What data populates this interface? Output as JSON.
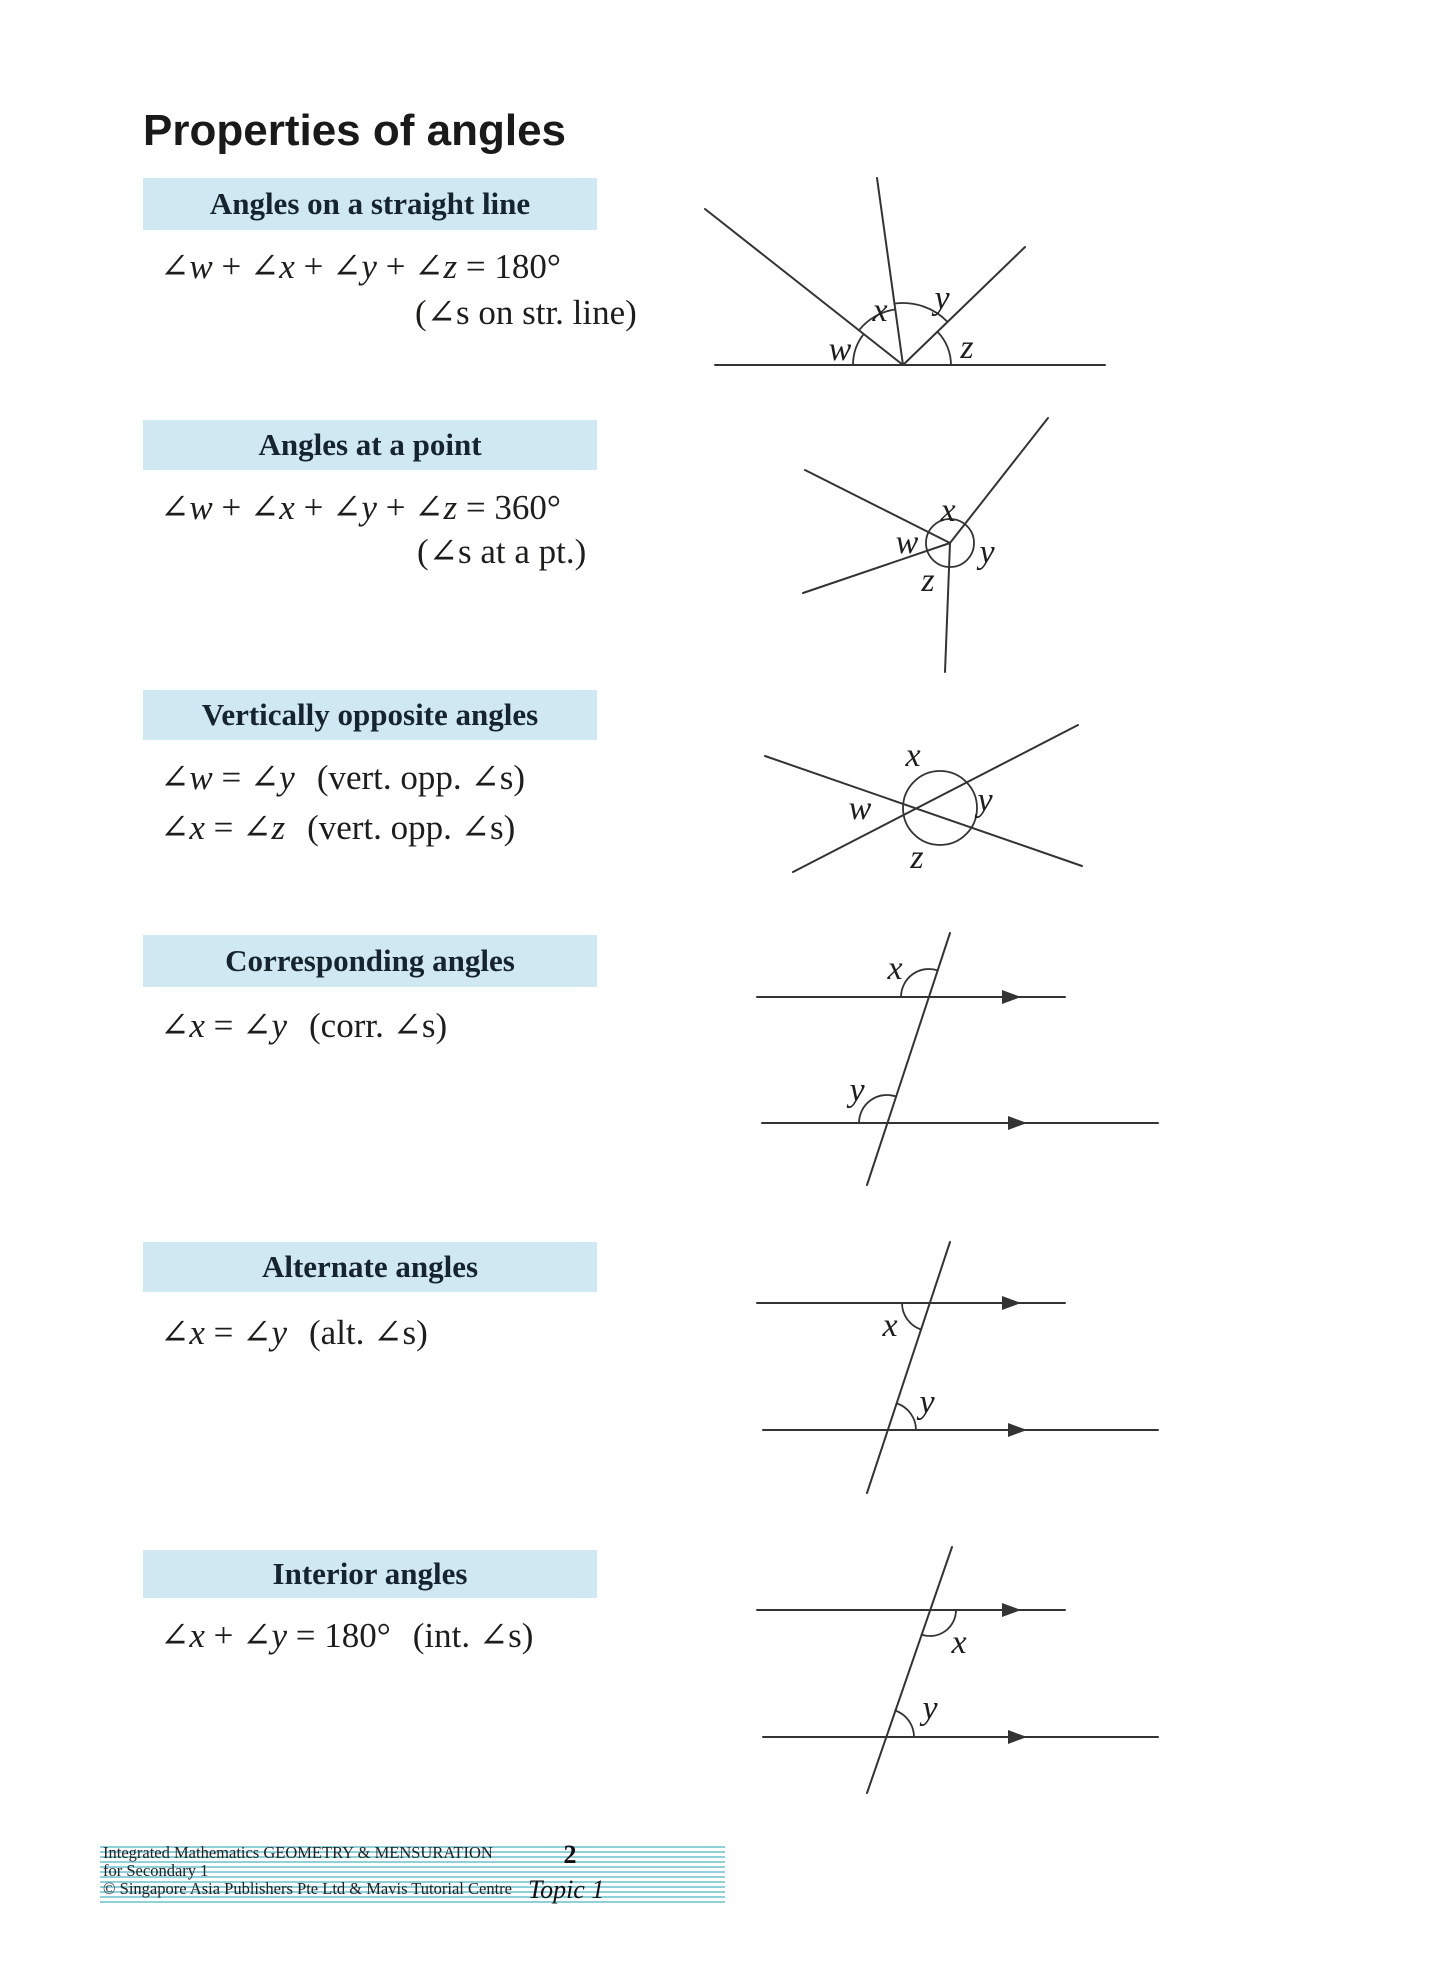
{
  "page_title": "Properties of angles",
  "colors": {
    "header_bg": "#cfe8f2",
    "ink": "#1d1d1b",
    "diagram_line": "#333333",
    "footer_stripe": "#8fd0da"
  },
  "sections": [
    {
      "heading": "Angles on a straight line",
      "formula": "∠w + ∠x + ∠y + ∠z = 180°",
      "note": "(∠s on str. line)"
    },
    {
      "heading": "Angles at a point",
      "formula": "∠w + ∠x + ∠y + ∠z = 360°",
      "note": "(∠s at a pt.)"
    },
    {
      "heading": "Vertically opposite angles",
      "formula": "∠w = ∠y",
      "note": "(vert. opp. ∠s)",
      "formula2": "∠x = ∠z",
      "note2": "(vert. opp. ∠s)"
    },
    {
      "heading": "Corresponding angles",
      "formula": "∠x = ∠y",
      "note": "(corr. ∠s)"
    },
    {
      "heading": "Alternate angles",
      "formula": "∠x = ∠y",
      "note": "(alt. ∠s)"
    },
    {
      "heading": "Interior angles",
      "formula": "∠x + ∠y = 180°",
      "note": "(int. ∠s)"
    }
  ],
  "diagram_labels": {
    "straight_line": {
      "w": "w",
      "x": "x",
      "y": "y",
      "z": "z"
    },
    "at_a_point": {
      "w": "w",
      "x": "x",
      "y": "y",
      "z": "z"
    },
    "vert_opposite": {
      "w": "w",
      "x": "x",
      "y": "y",
      "z": "z"
    },
    "corresponding": {
      "x": "x",
      "y": "y"
    },
    "alternate": {
      "x": "x",
      "y": "y"
    },
    "interior": {
      "x": "x",
      "y": "y"
    }
  },
  "footer": {
    "line1": "Integrated Mathematics GEOMETRY & MENSURATION",
    "line2": "for Secondary 1",
    "line3": "© Singapore Asia Publishers Pte Ltd & Mavis Tutorial Centre",
    "page_number": "2",
    "topic": "Topic 1"
  }
}
